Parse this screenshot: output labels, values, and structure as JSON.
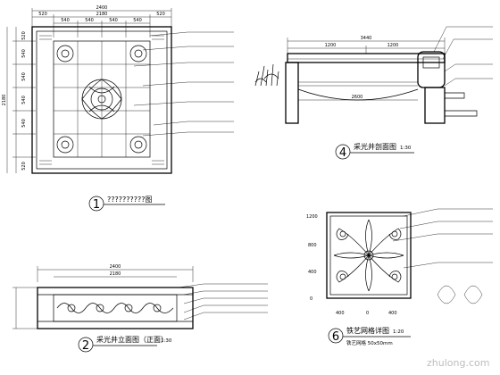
{
  "plan_view": {
    "dim_top_total": "2400",
    "dim_top_parts": [
      "520",
      "2180",
      "520"
    ],
    "dim_top_inner": [
      "540",
      "540",
      "540",
      "540"
    ],
    "dim_left_total": "2180",
    "dim_left_parts": [
      "520",
      "540",
      "540",
      "540",
      "540",
      "520"
    ],
    "caption_number": "1",
    "caption": "??????????图"
  },
  "section_view": {
    "dim_total": "3440",
    "dim_parts": [
      "1200",
      "1200"
    ],
    "dim_inner": "2600",
    "caption_number": "4",
    "caption": "采光井剖面图",
    "scale": "1:30"
  },
  "elevation_view": {
    "dim_total": "2400",
    "dim_inner": "2180",
    "caption_number": "2",
    "caption": "采光井立面图（正面）",
    "scale": "1:30"
  },
  "grille_detail": {
    "y_ticks": [
      "1200",
      "800",
      "400",
      "0"
    ],
    "x_ticks": [
      "400",
      "0",
      "400"
    ],
    "caption_number": "6",
    "caption": "铁艺网格详图",
    "scale": "1:20",
    "spec": "铁艺网格  50x50mm"
  },
  "watermark": "zhulong.com"
}
